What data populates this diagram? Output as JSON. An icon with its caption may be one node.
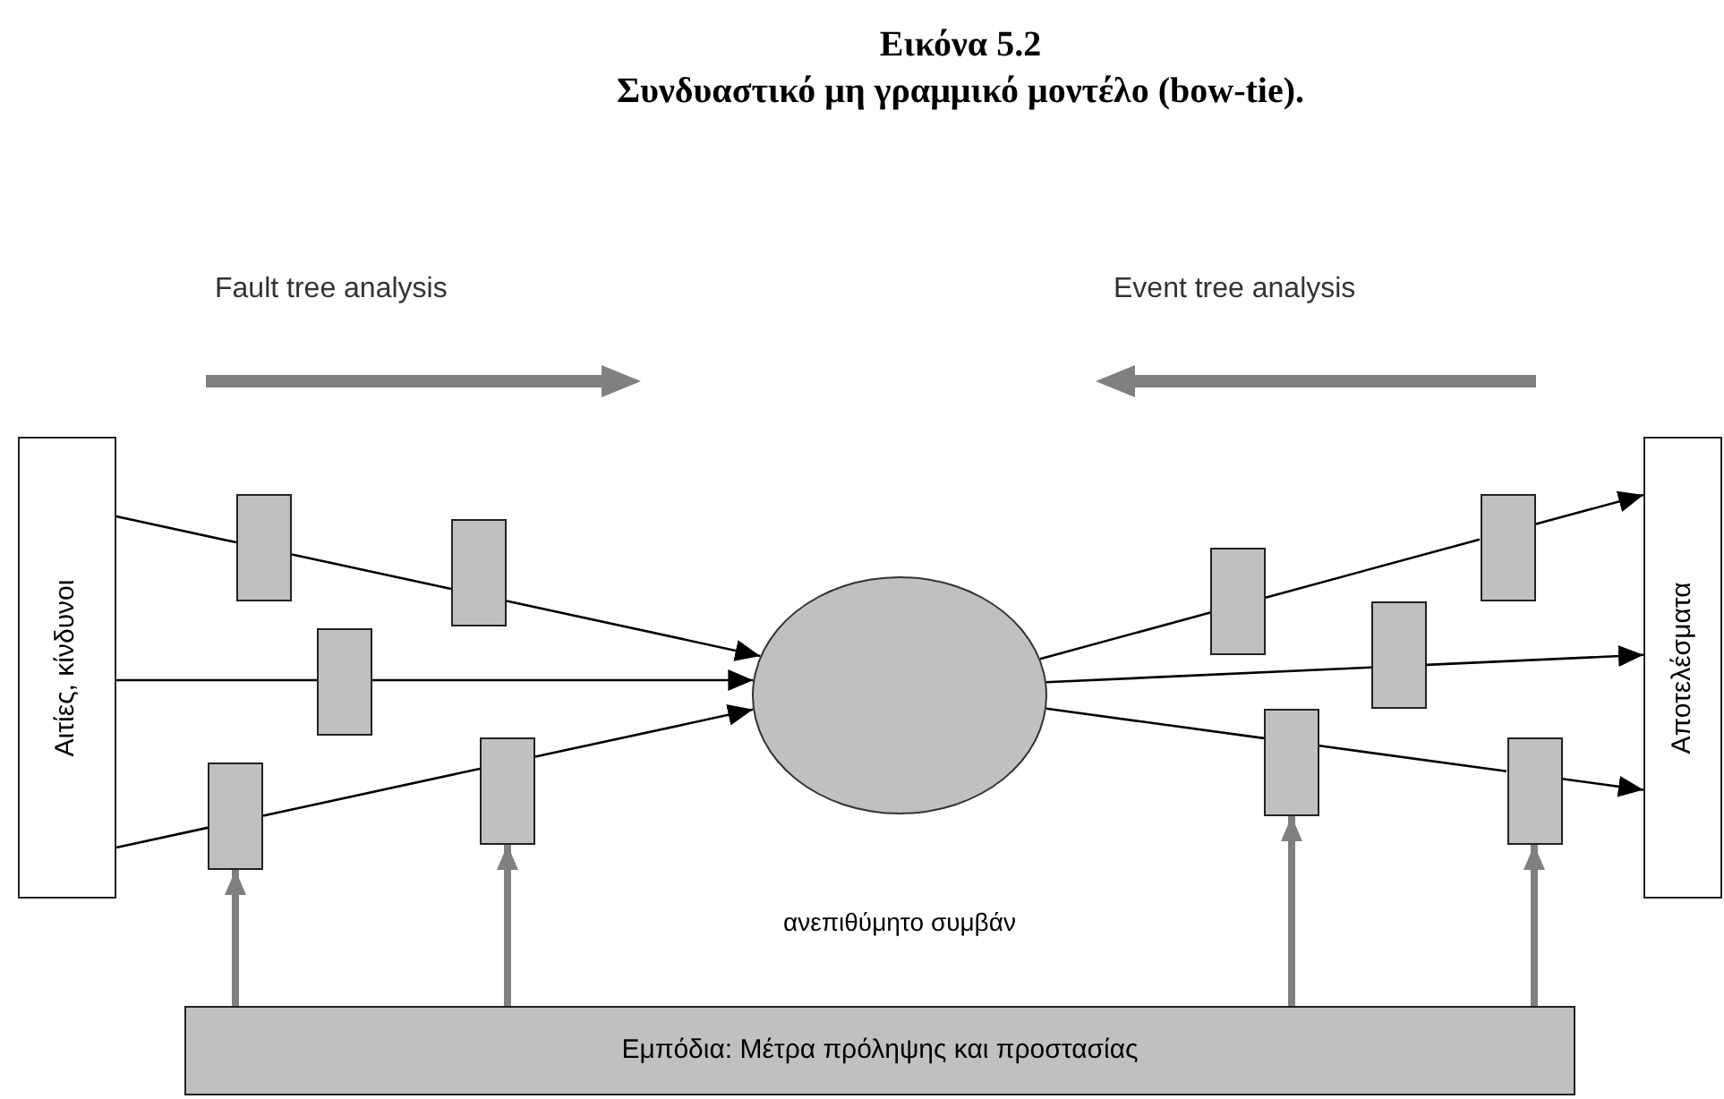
{
  "diagram": {
    "title": "Εικόνα 5.2",
    "caption": "Συνδυαστικό μη γραμμικό μοντέλο (bow-tie).",
    "nodes": [
      {
        "text": [
          "Αιτίες, κίνδυνοι"
        ]
      },
      {
        "text": [],
        "shape": "box"
      },
      {
        "text": [],
        "shape": "box"
      },
      {
        "text": [],
        "shape": "box"
      },
      {
        "text": [],
        "shape": "box"
      },
      {
        "text": [],
        "shape": "box"
      },
      {
        "text": [],
        "shape": "circle",
        "beside": [
          "ανεπιθύμητο συμβάν"
        ]
      },
      {
        "text": [],
        "shape": "box"
      },
      {
        "text": [],
        "shape": "box"
      },
      {
        "text": [],
        "shape": "box"
      },
      {
        "text": [],
        "shape": "box"
      },
      {
        "text": [],
        "shape": "box"
      },
      {
        "text": [
          "Αποτελέσματα"
        ]
      },
      {
        "text": [
          "Εμπόδια: Μέτρα πρόληψης και προστασίας"
        ]
      }
    ],
    "edges": [
      {
        "from": 0,
        "to": 2,
        "arrow": "none"
      },
      {
        "from": 2,
        "to": 4,
        "arrow": "none"
      },
      {
        "from": 4,
        "to": 6,
        "arrow": "to"
      },
      {
        "from": 0,
        "to": 3,
        "arrow": "none"
      },
      {
        "from": 3,
        "to": 6,
        "arrow": "to"
      },
      {
        "from": 0,
        "to": 1,
        "arrow": "none"
      },
      {
        "from": 1,
        "to": 5,
        "arrow": "none"
      },
      {
        "from": 5,
        "to": 6,
        "arrow": "to"
      },
      {
        "from": 6,
        "to": 7,
        "arrow": "none"
      },
      {
        "from": 7,
        "to": 10,
        "arrow": "none"
      },
      {
        "from": 10,
        "to": 12,
        "arrow": "to"
      },
      {
        "from": 6,
        "to": 9,
        "arrow": "none"
      },
      {
        "from": 9,
        "to": 12,
        "arrow": "to"
      },
      {
        "from": 6,
        "to": 8,
        "arrow": "none"
      },
      {
        "from": 8,
        "to": 11,
        "arrow": "none"
      },
      {
        "from": 11,
        "to": 12,
        "arrow": "to"
      },
      {
        "from": 13,
        "to": 1,
        "arrow": "to",
        "style": "thick",
        "color": "#808080"
      },
      {
        "from": 13,
        "to": 5,
        "arrow": "to",
        "style": "thick",
        "color": "#808080"
      },
      {
        "from": 13,
        "to": 8,
        "arrow": "to",
        "style": "thick",
        "color": "#808080"
      },
      {
        "from": 13,
        "to": 11,
        "arrow": "to",
        "style": "thick",
        "color": "#808080"
      }
    ],
    "labels": [
      "Fault tree analysis",
      "Event tree analysis"
    ]
  }
}
